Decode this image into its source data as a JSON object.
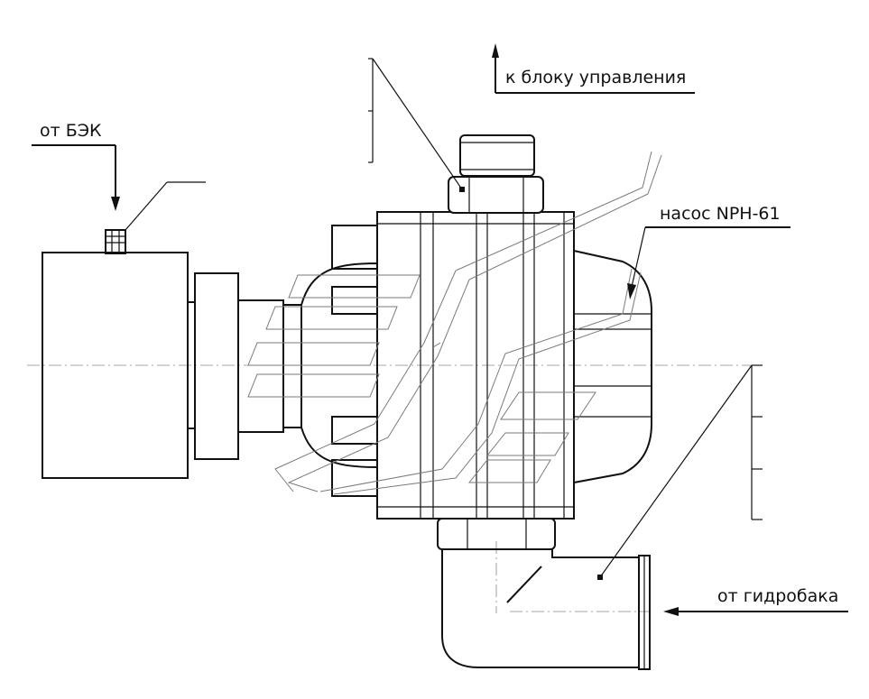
{
  "labels": {
    "control_unit": "к блоку управления",
    "from_bek": "от БЭК",
    "pump": "насос NPH-61",
    "from_tank": "от гидробака"
  }
}
